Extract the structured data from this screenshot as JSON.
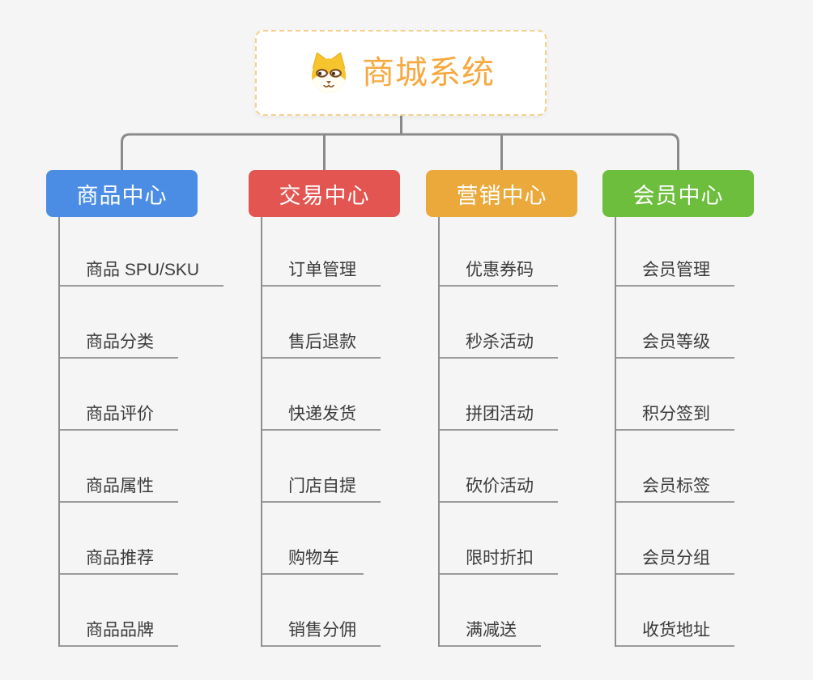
{
  "root": {
    "label": "商城系统",
    "icon": "shiba-dog-icon",
    "text_color": "#F5A93F"
  },
  "connector_color": "#8A8A8A",
  "branches": [
    {
      "label": "商品中心",
      "color": "#4B8DE4",
      "children": [
        "商品 SPU/SKU",
        "商品分类",
        "商品评价",
        "商品属性",
        "商品推荐",
        "商品品牌"
      ]
    },
    {
      "label": "交易中心",
      "color": "#E25551",
      "children": [
        "订单管理",
        "售后退款",
        "快递发货",
        "门店自提",
        "购物车",
        "销售分佣"
      ]
    },
    {
      "label": "营销中心",
      "color": "#EBA93B",
      "children": [
        "优惠券码",
        "秒杀活动",
        "拼团活动",
        "砍价活动",
        "限时折扣",
        "满减送"
      ]
    },
    {
      "label": "会员中心",
      "color": "#6CBE3C",
      "children": [
        "会员管理",
        "会员等级",
        "积分签到",
        "会员标签",
        "会员分组",
        "收货地址"
      ]
    }
  ]
}
